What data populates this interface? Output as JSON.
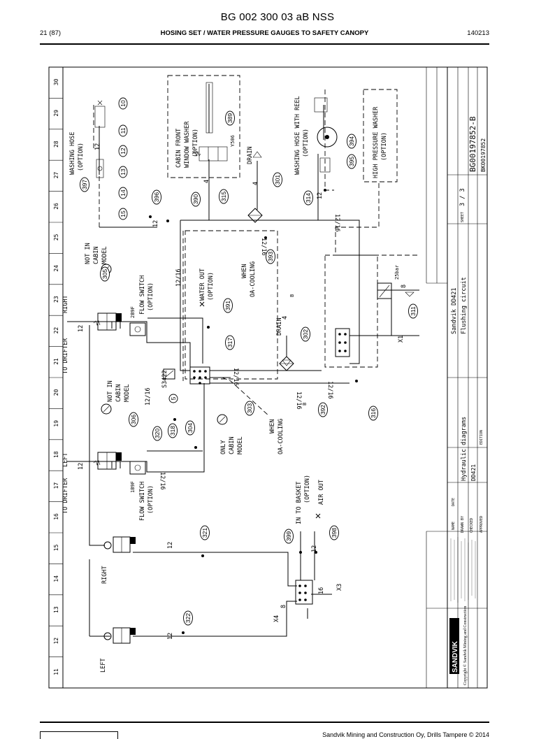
{
  "header": {
    "title": "BG 002 300 03 aB NSS",
    "page": "21 (87)",
    "subtitle": "HOSING SET / WATER PRESSURE GAUGES TO SAFETY CANOPY",
    "date": "140213"
  },
  "footer": {
    "text": "Sandvik Mining and Construction Oy, Drills Tampere © 2014"
  },
  "grid": {
    "columns": [
      "11",
      "12",
      "13",
      "14",
      "15",
      "16",
      "17",
      "18",
      "19",
      "20",
      "21",
      "22",
      "23",
      "24",
      "25",
      "26",
      "27",
      "28",
      "29",
      "30"
    ]
  },
  "labels": {
    "left1": "LEFT",
    "right1": "RIGHT",
    "to_drifter_left": "TO DRIFTER",
    "left2": "LEFT",
    "to_drifter_right": "TO DRIFTER",
    "right2": "RIGHT",
    "washing_hose": "WASHING HOSE",
    "option1": "(OPTION)",
    "cabin_front": "CABIN FRONT",
    "window_washer": "WINDOW WASHER",
    "option2": "(OPTION)",
    "y506": "Y506",
    "drain1": "DRAIN",
    "washing_reel": "WASHING HOSE WITH REEL",
    "option3": "(OPTION)",
    "hp_washer": "HIGH PRESSURE WASHER",
    "option4": "(OPTION)",
    "not_in_cabin1": "NOT IN",
    "cabin1": "CABIN",
    "model1": "MODEL",
    "flow_2b9f": "2B9F",
    "flow_switch1": "FLOW SWITCH",
    "option5": "(OPTION)",
    "water_out": "WATER OUT",
    "option6": "(OPTION)",
    "when1": "WHEN",
    "oa_cooling1": "OA-COOLING",
    "drain2": "DRAIN",
    "not_in_cabin2": "NOT IN",
    "cabin2": "CABIN",
    "model2": "MODEL",
    "s3422": "S3422",
    "only_cabin": "ONLY",
    "cabin3": "CABIN",
    "model3": "MODEL",
    "when2": "WHEN",
    "oa_cooling2": "OA-COOLING",
    "flow_1b9f": "1B9F",
    "flow_switch2": "FLOW SWITCH",
    "option7": "(OPTION)",
    "in_to_basket": "IN TO BASKET",
    "option8": "(OPTION)",
    "air_out": "AIR OUT",
    "x1": "X1",
    "x3": "X3",
    "x4": "X4",
    "bar": "25bar",
    "size_12_16": "12/16",
    "size_12": "12",
    "size_16": "16",
    "size_8": "8",
    "size_4": "4",
    "b1": "B",
    "b2": "B"
  },
  "bubbles": [
    "10",
    "11",
    "12",
    "13",
    "14",
    "15",
    "397",
    "396",
    "389",
    "390",
    "315",
    "301",
    "314",
    "394",
    "395",
    "305",
    "393",
    "391",
    "317",
    "302",
    "311",
    "5",
    "318",
    "304",
    "303",
    "306",
    "320",
    "392",
    "316",
    "321",
    "399",
    "398",
    "322"
  ],
  "title_block": {
    "company": "SANDVIK",
    "copyright": "Copyright © Sandvik Mining and Construction",
    "product": "Sandvik DD421",
    "diagram_name": "Hydraulic diagrams",
    "circuit": "Flushing circuit",
    "model": "DD421",
    "sheet_label": "SHEET",
    "sheet": "3 / 3",
    "drawing_no": "BG00197852-B",
    "drawing_no2": "BK00197852",
    "name_label": "NAME",
    "date_label": "DATE",
    "drawn_label": "DRAWN BY",
    "checked_label": "CHECKED",
    "approved_label": "APPROVED",
    "edition_label": "EDITION"
  }
}
